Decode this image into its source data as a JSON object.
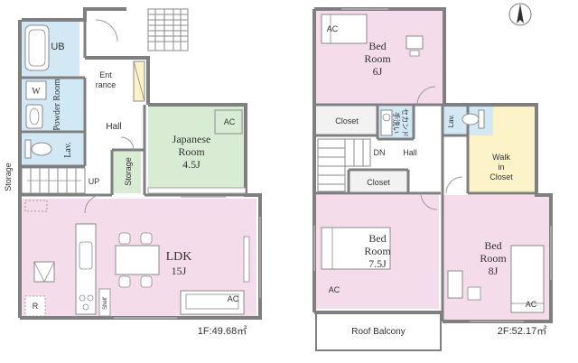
{
  "colors": {
    "wall": "#7f7f7f",
    "pink": "#f4dcea",
    "green": "#d8ecd4",
    "blue": "#d2e8f4",
    "yellow": "#fbf2c8",
    "closet": "#f2f2f2",
    "text": "#333333"
  },
  "floor1": {
    "area_label": "1F:49.68㎡",
    "rooms": {
      "ub": "UB",
      "powder_room": "Powder Room",
      "w": "W",
      "entrance_1": "Ent",
      "entrance_2": "rance",
      "hall": "Hall",
      "japanese_1": "Japanese",
      "japanese_2": "Room",
      "japanese_3": "4.5J",
      "ac_japanese": "AC",
      "lav": "Lav.",
      "storage_side": "Storage",
      "up": "UP",
      "storage_inner": "Storage",
      "ldk_1": "LDK",
      "ldk_2": "15J",
      "r": "R",
      "shelf": "Shelf",
      "ac_ldk": "AC"
    }
  },
  "floor2": {
    "area_label": "2F:52.17㎡",
    "rooms": {
      "bed6_1": "Bed",
      "bed6_2": "Room",
      "bed6_3": "6J",
      "ac_bed6": "AC",
      "closet_1": "Closet",
      "sekando_1": "セカンド",
      "sekando_2": "手洗い",
      "lav": "Lav.",
      "walk_1": "Walk",
      "walk_2": "in",
      "walk_3": "Closet",
      "dn": "DN",
      "hall": "Hall",
      "closet_2": "Closet",
      "bed75_1": "Bed",
      "bed75_2": "Room",
      "bed75_3": "7.5J",
      "ac_bed75": "AC",
      "bed8_1": "Bed",
      "bed8_2": "Room",
      "bed8_3": "8J",
      "ac_bed8": "AC",
      "roof_balcony": "Roof Balcony"
    }
  },
  "icons": [
    "compass-north-icon",
    "bathtub-icon",
    "washing-machine-icon",
    "toilet-icon",
    "sink-icon",
    "stove-icon",
    "dining-table-icon",
    "sofa-icon",
    "bed-icon",
    "desk-icon"
  ]
}
